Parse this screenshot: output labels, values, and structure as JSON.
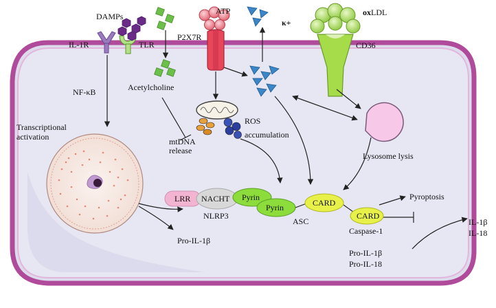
{
  "labels": {
    "damps": "DAMPs",
    "il1r": "IL-1R",
    "tlr": "TLR",
    "atp": "ATP",
    "p2x7r": "P2X7R",
    "kplus": "κ+",
    "oxldl_ox": "ox",
    "oxldl_ldl": "LDL",
    "cd36": "CD36",
    "nfkb": "NF-κB",
    "acetylcholine": "Acetylcholine",
    "transcriptional": "Transcriptional",
    "activation": "activation",
    "mtdna": "mtDNA",
    "release": "release",
    "ros": "ROS",
    "accumulation": "accumulation",
    "lysosome_lysis": "Lysosome lysis",
    "lrr": "LRR",
    "nacht": "NACHT",
    "pyrin1": "Pyrin",
    "pyrin2": "Pyrin",
    "card1": "CARD",
    "card2": "CARD",
    "nlrp3": "NLRP3",
    "asc": "ASC",
    "caspase1": "Caspase-1",
    "pyroptosis": "Pyroptosis",
    "pro_il1b": "Pro-IL-1β",
    "pro_il1b_b": "Pro-IL-1β",
    "pro_il18": "Pro-IL-18",
    "il1b": "IL-1β",
    "il18": "IL-18"
  },
  "colors": {
    "membrane": "#b04a9a",
    "membrane_light": "#e3b7dc",
    "cytoplasm": "#e6e7f4",
    "cytoplasm_inner": "#eeeef8",
    "damps": "#6a2b86",
    "acetylcholine": "#6cc04a",
    "atp": "#e86a7a",
    "p2x7r": "#e8465a",
    "potassium": "#3b86c6",
    "oxldl": "#a6dc4a",
    "tlr": "#b4e08a",
    "il1r": "#9a7bbd",
    "mitochondria_ros": "#2c3f9e",
    "lysosome": "#f8c8e8",
    "lrr": "#f2b4d0",
    "nacht": "#d8d8d8",
    "pyrin": "#8cdc3c",
    "card": "#e8f04a",
    "nucleus": "#f6ece6",
    "nucleus_dots": "#e06a50"
  }
}
